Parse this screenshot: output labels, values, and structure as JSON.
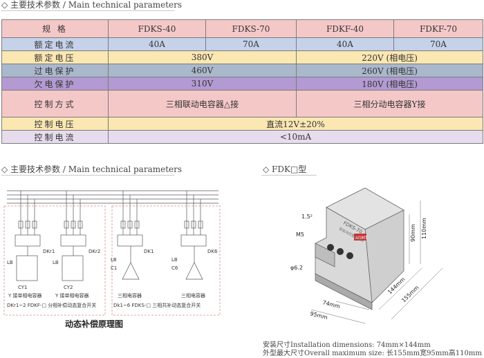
{
  "section1": {
    "title": "◇ 主要技术参数 / Main technical parameters"
  },
  "table": {
    "header": {
      "label": "规  格",
      "models": [
        "FDKS-40",
        "FDKS-70",
        "FDKF-40",
        "FDKF-70"
      ]
    },
    "rated_current": {
      "label": "额定电流",
      "values": [
        "40A",
        "70A",
        "40A",
        "70A"
      ]
    },
    "rated_voltage": {
      "label": "额定电压",
      "s": "380V",
      "f": "220V (相电压)"
    },
    "overvoltage": {
      "label": "过电保护",
      "s": "460V",
      "f": "260V (相电压)"
    },
    "undervoltage": {
      "label": "欠电保护",
      "s": "310V",
      "f": "180V (相电压)"
    },
    "control_mode": {
      "label": "控制方式",
      "s": "三相联动电容器△接",
      "f": "三相分动电容器Y接"
    },
    "control_voltage": {
      "label": "控制电压",
      "value": "直流12V±20%"
    },
    "control_current": {
      "label": "控制电流",
      "value": "<10mA"
    },
    "colors": {
      "pink": "#f5c8c8",
      "blue": "#c6d2ea",
      "yellow": "#fbe7b2",
      "slate": "#aab8cc",
      "purple": "#b39ad2",
      "lavender": "#e6dcee"
    }
  },
  "section2": {
    "title": "◇ 主要技术参数 / Main technical parameters"
  },
  "section3": {
    "title": "◇ FDK□型"
  },
  "diagram": {
    "labels": {
      "dk1": "DKr1",
      "dk2": "DKr2",
      "dk1b": "DK1",
      "dk6": "DK6",
      "lb": "LB",
      "cy1": "CY1",
      "cy2": "CY2",
      "c1": "C1",
      "c6": "C6",
      "note_y1": "Y 接单相电容器",
      "note_y2": "Y 接单相电容器",
      "note_3": "三相电容器",
      "note_4": "三相电容器",
      "bottom_left": "DKr1~2 FDKF-□ 分相补偿动态复合开关",
      "bottom_right": "Dk1~6  FDKS-□ 三相共补动态复合开关"
    },
    "caption": "动态补偿原理图"
  },
  "device": {
    "label_top": "1.5²",
    "label_m5": "M5",
    "label_hole": "φ6.2",
    "dim_90": "90mm",
    "dim_110": "110mm",
    "dim_144": "144mm",
    "dim_155": "155mm",
    "dim_74": "74mm",
    "dim_95": "95mm",
    "front_text": "FDKS-70",
    "front_sub": "智能动态复合开关",
    "brand": "AGMT"
  },
  "dimensions": {
    "install": "安装尺寸Installation dimensions: 74mm×144mm",
    "overall": "外型最大尺寸Overall maximum size: 长155mm宽95mm高110mm"
  }
}
